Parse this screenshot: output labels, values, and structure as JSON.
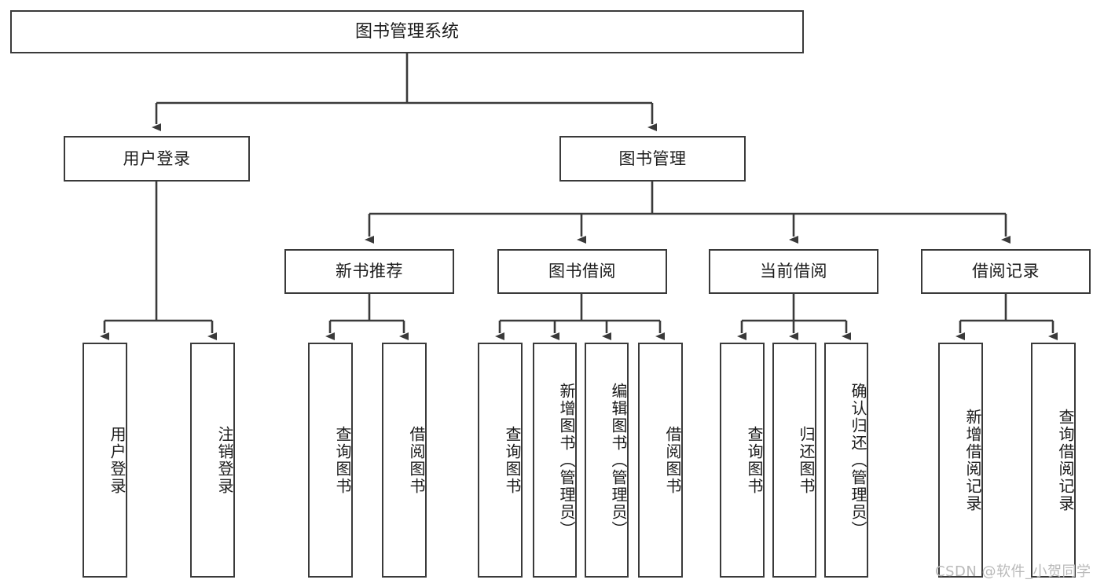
{
  "diagram": {
    "type": "tree",
    "title": "图书管理系统",
    "root": {
      "label": "图书管理系统"
    },
    "level2": [
      {
        "label": "用户登录"
      },
      {
        "label": "图书管理"
      }
    ],
    "level3": [
      {
        "label": "新书推荐"
      },
      {
        "label": "图书借阅"
      },
      {
        "label": "当前借阅"
      },
      {
        "label": "借阅记录"
      }
    ],
    "leaves": {
      "user_login": [
        {
          "label": "用户登录"
        },
        {
          "label": "注销登录"
        }
      ],
      "new_book_recommend": [
        {
          "label": "查询图书"
        },
        {
          "label": "借阅图书"
        }
      ],
      "book_borrow": [
        {
          "label": "查询图书"
        },
        {
          "label": "新增图书（管理员）"
        },
        {
          "label": "编辑图书（管理员）"
        },
        {
          "label": "借阅图书"
        }
      ],
      "current_borrow": [
        {
          "label": "查询图书"
        },
        {
          "label": "归还图书"
        },
        {
          "label": "确认归还（管理员）"
        }
      ],
      "borrow_record": [
        {
          "label": "新增借阅记录"
        },
        {
          "label": "查询借阅记录"
        }
      ]
    }
  },
  "watermark": {
    "text": "CSDN @软件_小贺同学"
  },
  "colors": {
    "border": "#3a3a3a",
    "background": "#ffffff",
    "text": "#1c1c1c",
    "watermark": "#b9b9b9"
  }
}
